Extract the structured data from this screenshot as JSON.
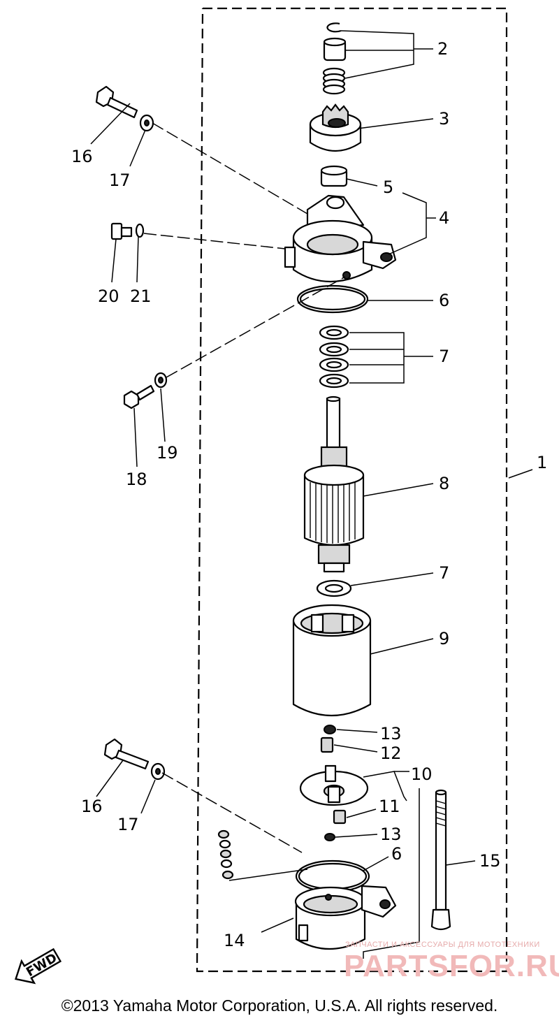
{
  "labels": {
    "p1": "1",
    "p2": "2",
    "p3": "3",
    "p4": "4",
    "p5": "5",
    "p6": "6",
    "p7": "7",
    "p8": "8",
    "p9": "9",
    "p10": "10",
    "p11": "11",
    "p12": "12",
    "p13": "13",
    "p14": "14",
    "p15": "15",
    "p16": "16",
    "p17": "17",
    "p18": "18",
    "p19": "19",
    "p20": "20",
    "p21": "21"
  },
  "fwd_label": "FWD",
  "copyright": "©2013 Yamaha Motor Corporation, U.S.A. All rights reserved.",
  "watermark": {
    "tagline": "ЗАПЧАСТИ И АКСЕССУАРЫ ДЛЯ МОТОТЕХНИКИ",
    "logo": "PARTSFOR.RU",
    "color": "#f1b9b9"
  }
}
